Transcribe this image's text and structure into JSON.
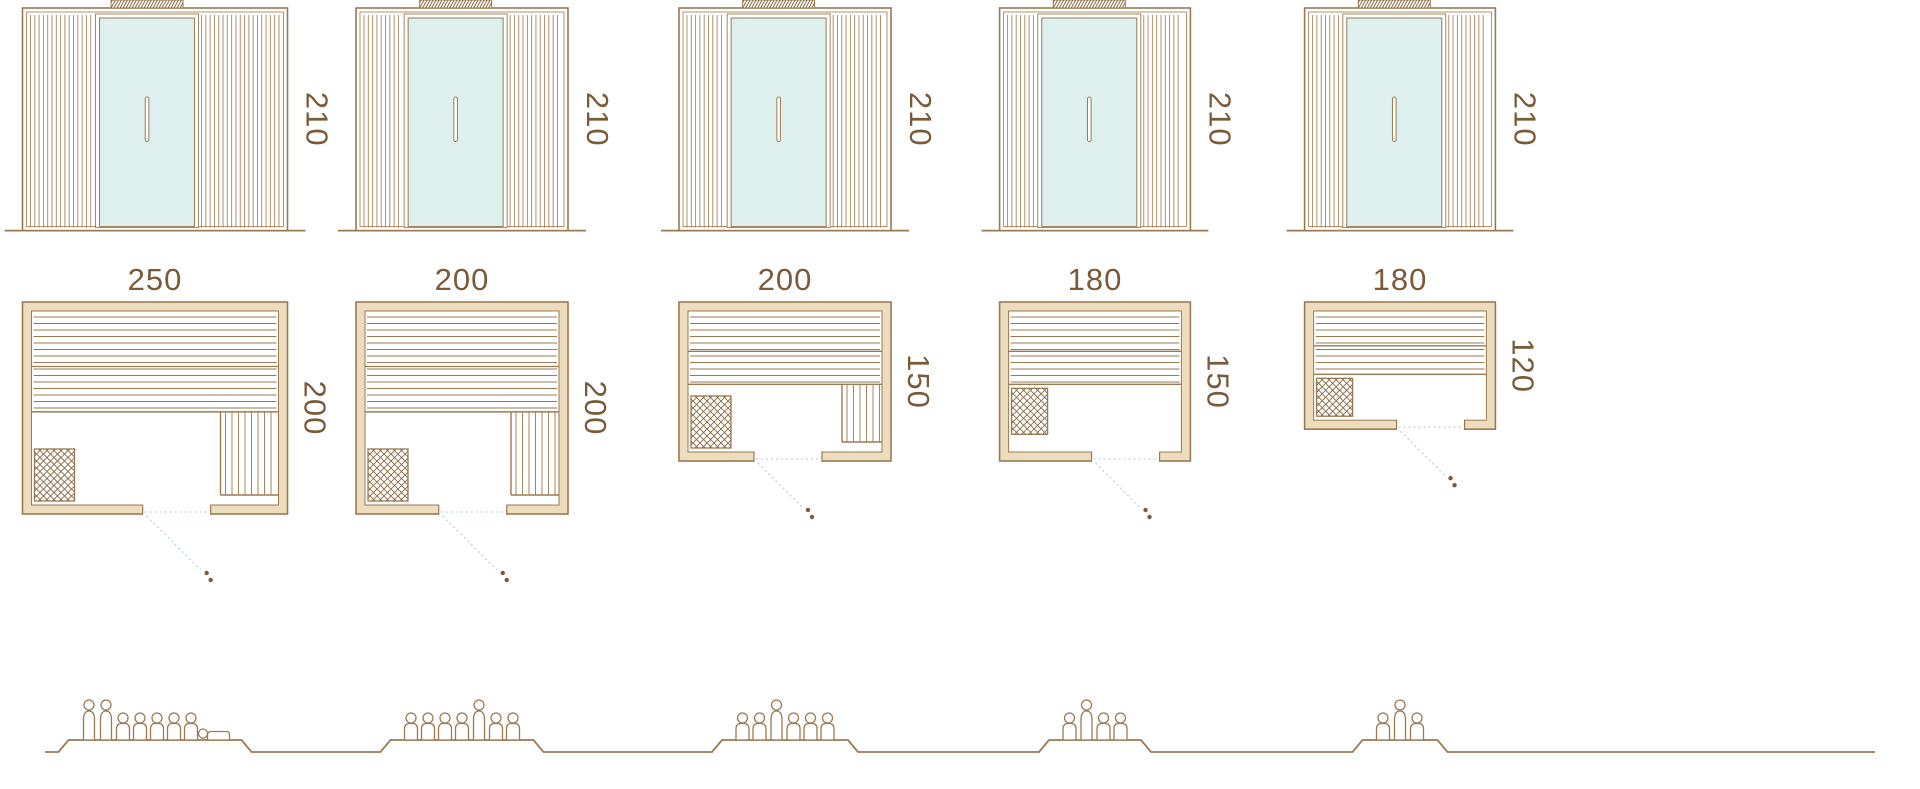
{
  "colors": {
    "line": "#9b7a52",
    "text": "#7a5a38",
    "glass": "#def0ed",
    "wall_fill": "#eedcbe",
    "slat": "#a8865e",
    "hatch": "#8a6a45",
    "swing": "#bad9d3"
  },
  "models": [
    {
      "width_label": "250",
      "depth_label": "200",
      "height_label": "210",
      "width_cm": 250,
      "depth_cm": 200,
      "height_cm": 210,
      "capacity": 8
    },
    {
      "width_label": "200",
      "depth_label": "200",
      "height_label": "210",
      "width_cm": 200,
      "depth_cm": 200,
      "height_cm": 210,
      "capacity": 7
    },
    {
      "width_label": "200",
      "depth_label": "150",
      "height_label": "210",
      "width_cm": 200,
      "depth_cm": 150,
      "height_cm": 210,
      "capacity": 6
    },
    {
      "width_label": "180",
      "depth_label": "150",
      "height_label": "210",
      "width_cm": 180,
      "depth_cm": 150,
      "height_cm": 210,
      "capacity": 4
    },
    {
      "width_label": "180",
      "depth_label": "120",
      "height_label": "210",
      "width_cm": 180,
      "depth_cm": 120,
      "height_cm": 210,
      "capacity": 3
    }
  ]
}
